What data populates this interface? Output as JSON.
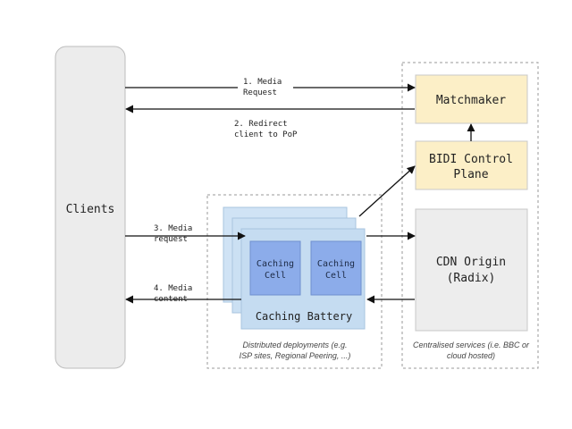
{
  "nodes": {
    "clients": "Clients",
    "matchmaker": "Matchmaker",
    "bidi_line1": "BIDI Control",
    "bidi_line2": "Plane",
    "cdn_line1": "CDN Origin",
    "cdn_line2": "(Radix)",
    "caching_cell_1": {
      "line1": "Caching",
      "line2": "Cell"
    },
    "caching_cell_2": {
      "line1": "Caching",
      "line2": "Cell"
    },
    "caching_battery": "Caching Battery"
  },
  "arrows": {
    "step1_line1": "1. Media",
    "step1_line2": "Request",
    "step2_line1": "2. Redirect",
    "step2_line2": "client to PoP",
    "step3_line1": "3. Media",
    "step3_line2": "request",
    "step4_line1": "4. Media",
    "step4_line2": "content"
  },
  "groups": {
    "distributed_line1": "Distributed deployments (e.g.",
    "distributed_line2": "ISP sites, Regional Peering, ...)",
    "centralised_line1": "Centralised services (i.e. BBC or",
    "centralised_line2": "cloud hosted)"
  },
  "colors": {
    "clients_fill": "#ececec",
    "yellow_fill": "#fcefc7",
    "grey_fill": "#ededed",
    "battery_fill": "#c5dcf1",
    "cell_fill": "#8cacea"
  }
}
